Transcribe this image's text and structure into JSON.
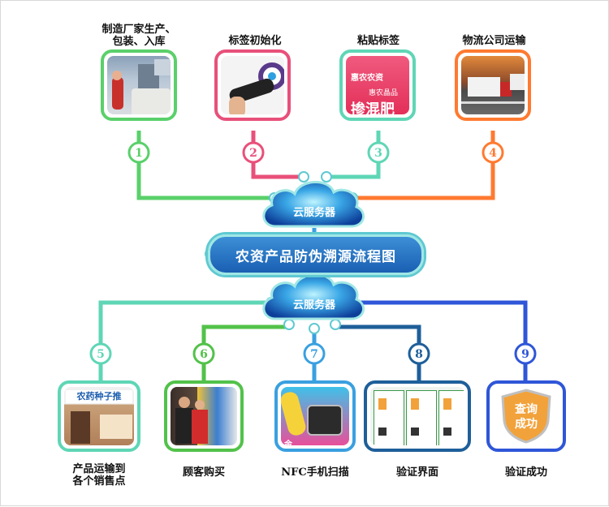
{
  "title": "农资产品防伪溯源流程图",
  "cloud_top": "云服务器",
  "cloud_bottom": "云服务器",
  "steps_top": [
    {
      "num": "1",
      "label": "制造厂家生产、\n包装、入库",
      "color": "#5ad06a"
    },
    {
      "num": "2",
      "label": "标签初始化",
      "color": "#e8507a"
    },
    {
      "num": "3",
      "label": "粘贴标签",
      "color": "#5fd6b6"
    },
    {
      "num": "4",
      "label": "物流公司运输",
      "color": "#ff7a30"
    }
  ],
  "steps_bottom": [
    {
      "num": "5",
      "label": "产品运输到\n各个销售点",
      "color": "#5fd6b6"
    },
    {
      "num": "6",
      "label": "顾客购买",
      "color": "#52c24a"
    },
    {
      "num": "7",
      "label": "NFC手机扫描",
      "color": "#3aa0e0"
    },
    {
      "num": "8",
      "label": "验证界面",
      "color": "#1e5f9a"
    },
    {
      "num": "9",
      "label": "验证成功",
      "color": "#2f56d8"
    }
  ],
  "photo_texts": {
    "bag_brand": "惠农农资",
    "bag_sub": "惠农晶品",
    "bag_big": "掺混肥",
    "shop_sign": "农药种子推",
    "phone_tag": "金",
    "shield_text_1": "查询",
    "shield_text_2": "成功"
  }
}
